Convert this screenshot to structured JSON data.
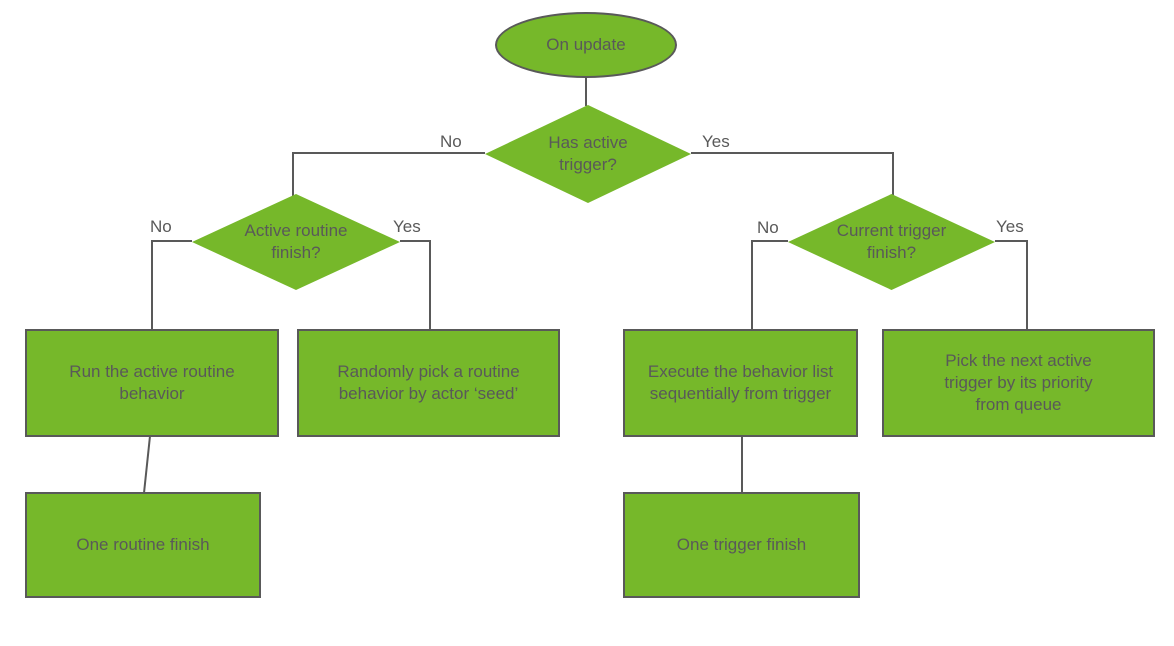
{
  "colors": {
    "node_fill": "#76b82a",
    "shape_border": "#595959",
    "connector": "#595959",
    "text": "#595959",
    "background": "#ffffff"
  },
  "nodes": {
    "start": {
      "shape": "ellipse",
      "label": "On update"
    },
    "has_trigger": {
      "shape": "diamond",
      "label": "Has active\ntrigger?"
    },
    "routine_finish": {
      "shape": "diamond",
      "label": "Active routine\nfinish?"
    },
    "trigger_finish": {
      "shape": "diamond",
      "label": "Current trigger\nfinish?"
    },
    "run_routine": {
      "shape": "rect",
      "label": "Run the active routine\nbehavior"
    },
    "pick_routine": {
      "shape": "rect",
      "label": "Randomly pick a routine\nbehavior by actor ‘seed’"
    },
    "exec_behavior_list": {
      "shape": "rect",
      "label": "Execute the behavior list\nsequentially from trigger"
    },
    "pick_next_trigger": {
      "shape": "rect",
      "label": "Pick the next active\ntrigger by its priority\nfrom queue"
    },
    "one_routine_finish": {
      "shape": "rect",
      "label": "One routine finish"
    },
    "one_trigger_finish": {
      "shape": "rect",
      "label": "One trigger finish"
    }
  },
  "edge_labels": {
    "has_trigger_no": "No",
    "has_trigger_yes": "Yes",
    "routine_finish_no": "No",
    "routine_finish_yes": "Yes",
    "trigger_finish_no": "No",
    "trigger_finish_yes": "Yes"
  }
}
